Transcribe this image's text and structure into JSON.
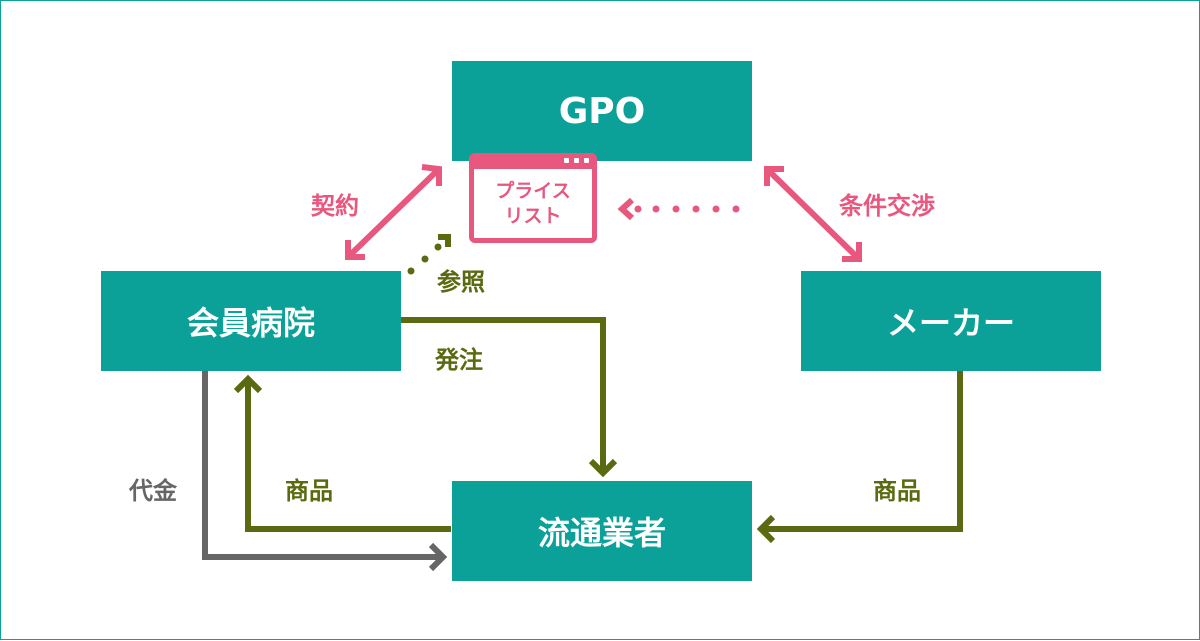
{
  "nodes": {
    "gpo": "GPO",
    "hospital": "会員病院",
    "maker": "メーカー",
    "distributor": "流通業者"
  },
  "price_list": {
    "line1": "プライス",
    "line2": "リスト"
  },
  "edges": {
    "contract": "契約",
    "negotiation": "条件交渉",
    "reference": "参照",
    "order": "発注",
    "goods_to_hospital": "商品",
    "payment": "代金",
    "goods_from_maker": "商品"
  },
  "colors": {
    "node": "#0ca198",
    "pink": "#e8577e",
    "olive": "#5a6a10",
    "gray": "#666666"
  }
}
